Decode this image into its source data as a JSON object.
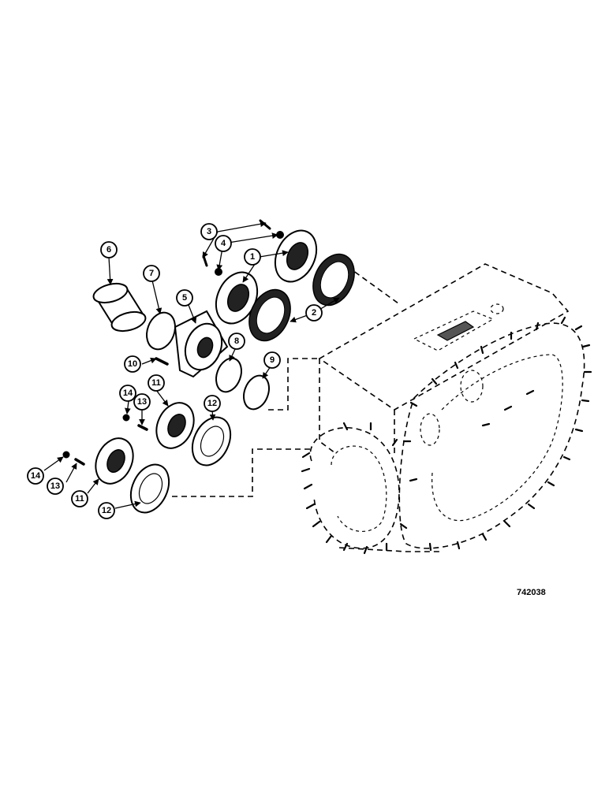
{
  "figure_number": "742038",
  "callouts": [
    {
      "label": "1"
    },
    {
      "label": "2"
    },
    {
      "label": "3"
    },
    {
      "label": "4"
    },
    {
      "label": "5"
    },
    {
      "label": "6"
    },
    {
      "label": "7"
    },
    {
      "label": "8"
    },
    {
      "label": "9"
    },
    {
      "label": "10"
    },
    {
      "label": "11"
    },
    {
      "label": "11"
    },
    {
      "label": "12"
    },
    {
      "label": "12"
    },
    {
      "label": "13"
    },
    {
      "label": "13"
    },
    {
      "label": "14"
    },
    {
      "label": "14"
    }
  ]
}
